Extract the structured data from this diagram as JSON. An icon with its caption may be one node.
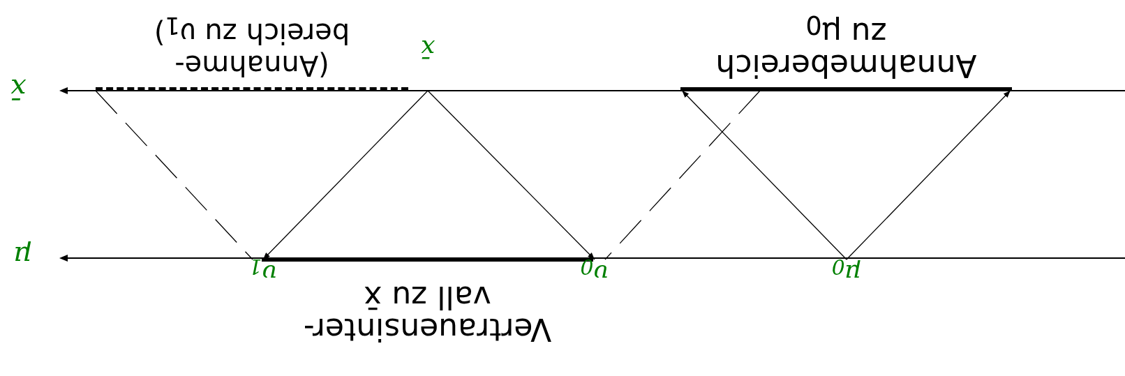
{
  "diagram": {
    "nodes": [
      {
        "text": [
          "Annahmebereich zu μ$_{0}$"
        ]
      },
      {
        "text": [
          "(Annahme-bereich zu υ$_{1}$)"
        ]
      },
      {
        "text": [
          "Vertrauensinter-vall zu x̄"
        ]
      },
      {
        "text": [
          "μ$_{0}$"
        ]
      },
      {
        "text": [
          "x̄"
        ]
      },
      {
        "text": [
          "υ$_{1}$"
        ]
      },
      {
        "text": [
          "υ$_{0}$"
        ]
      }
    ],
    "edges": [
      {
        "from": 3,
        "to": 0,
        "arrow": "to"
      },
      {
        "from": 3,
        "to": 0,
        "arrow": "to"
      },
      {
        "from": 4,
        "to": 5,
        "arrow": "to"
      },
      {
        "from": 4,
        "to": 6,
        "arrow": "to"
      },
      {
        "from": 1,
        "to": 5,
        "arrow": "none",
        "style": "dashed"
      },
      {
        "from": 0,
        "to": 6,
        "arrow": "none",
        "style": "dashed"
      }
    ],
    "labels": [
      "x̄",
      "μ"
    ]
  }
}
